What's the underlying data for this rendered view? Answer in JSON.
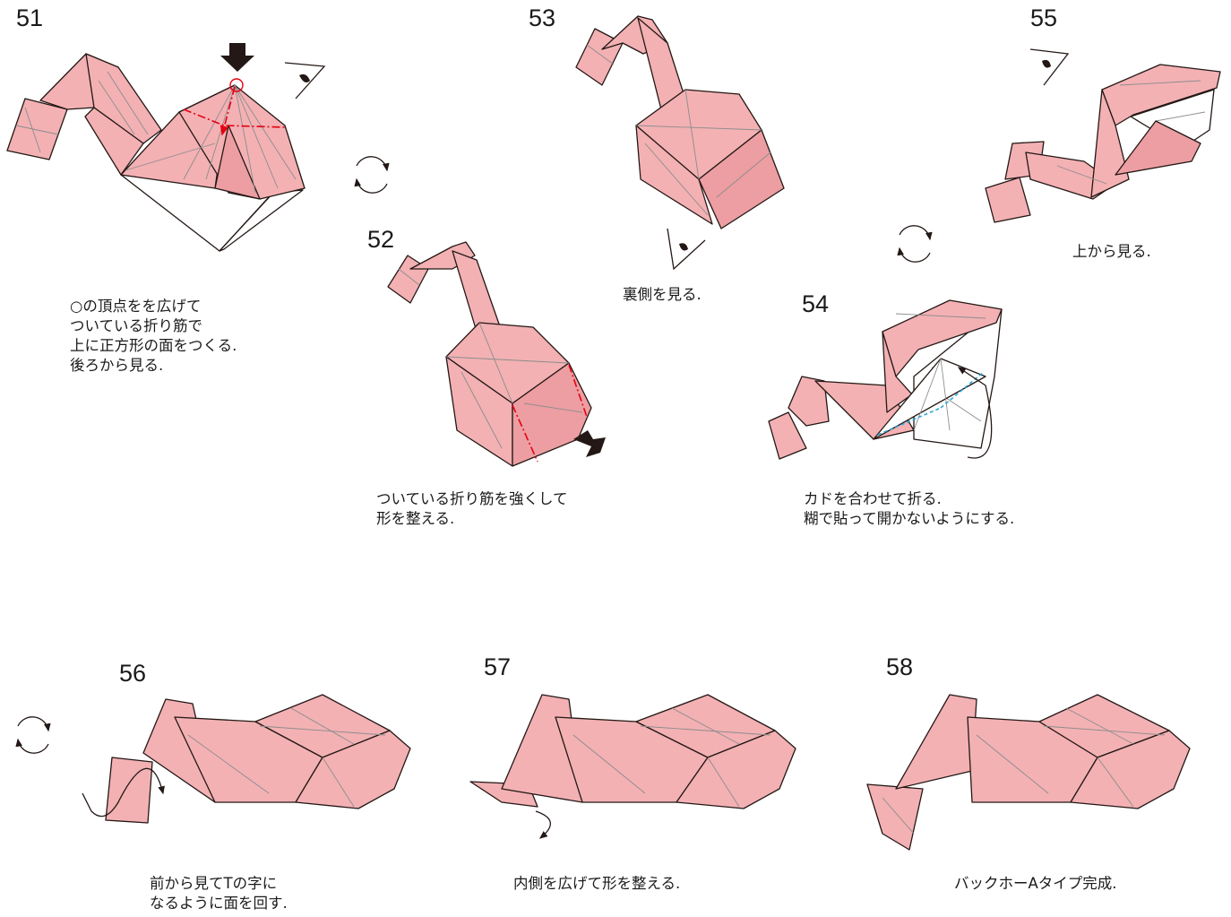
{
  "steps": [
    {
      "number": "51",
      "caption": "○の頂点をを広げて\nついている折り筋で\n上に正方形の面をつくる.\n後ろから見る."
    },
    {
      "number": "52",
      "caption": "ついている折り筋を強くして\n形を整える."
    },
    {
      "number": "53",
      "caption": "裏側を見る."
    },
    {
      "number": "54",
      "caption": "カドを合わせて折る.\n糊で貼って開かないようにする."
    },
    {
      "number": "55",
      "caption": "上から見る."
    },
    {
      "number": "56",
      "caption": "前から見てTの字に\nなるように面を回す."
    },
    {
      "number": "57",
      "caption": "内側を広げて形を整える."
    },
    {
      "number": "58",
      "caption": "バックホーAタイプ完成."
    }
  ],
  "symbols": {
    "rotate": "rotate-icon",
    "eye": "eye-icon",
    "push_arrow": "push-arrow-icon",
    "move_arrow": "move-arrow-icon",
    "target_circle": "target-circle-icon"
  },
  "colors": {
    "paper": "#f3b1b4",
    "paper_shade": "#ec9ea2",
    "outline": "#231815",
    "crease": "#8c8c8c",
    "mountain_fold": "#e60012",
    "valley_fold": "#2aa7d8"
  }
}
